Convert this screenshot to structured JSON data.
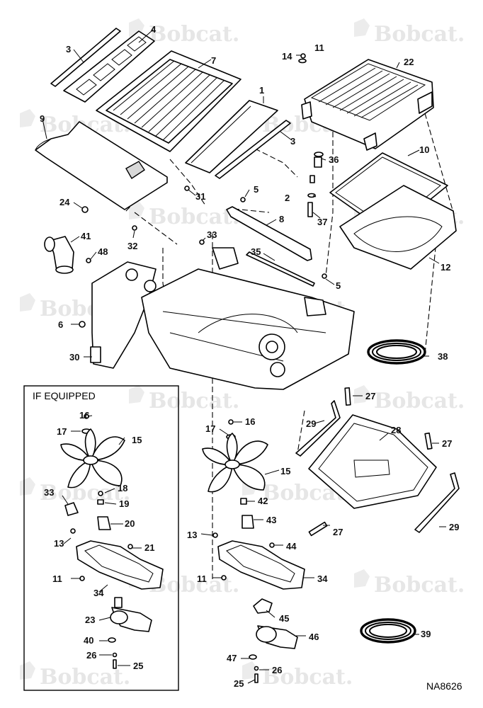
{
  "watermark": {
    "brand_text": "Bobcat."
  },
  "inset": {
    "title": "IF EQUIPPED"
  },
  "drawing_number": "NA8626",
  "callouts": {
    "p1": "1",
    "p2": "2",
    "p3a": "3",
    "p3b": "3",
    "p4": "4",
    "p5a": "5",
    "p5b": "5",
    "p6": "6",
    "p7": "7",
    "p8": "8",
    "p9": "9",
    "p10": "10",
    "p11a": "11",
    "p11b": "11",
    "p11c": "11",
    "p12": "12",
    "p13a": "13",
    "p13b": "13",
    "p14": "14",
    "p15a": "15",
    "p15b": "15",
    "p16a": "16",
    "p16b": "16",
    "p17a": "17",
    "p17b": "17",
    "p18": "18",
    "p19": "19",
    "p20": "20",
    "p21": "21",
    "p22": "22",
    "p23": "23",
    "p24": "24",
    "p25a": "25",
    "p25b": "25",
    "p26a": "26",
    "p26b": "26",
    "p27a": "27",
    "p27b": "27",
    "p27c": "27",
    "p28": "28",
    "p29a": "29",
    "p29b": "29",
    "p30": "30",
    "p31": "31",
    "p32": "32",
    "p33a": "33",
    "p33b": "33",
    "p34a": "34",
    "p34b": "34",
    "p35": "35",
    "p36": "36",
    "p37": "37",
    "p38": "38",
    "p39": "39",
    "p40": "40",
    "p41": "41",
    "p42": "42",
    "p43": "43",
    "p44": "44",
    "p45": "45",
    "p46": "46",
    "p47": "47",
    "p48": "48"
  },
  "colors": {
    "line": "#000000",
    "watermark": "#e6e6e6",
    "background": "#ffffff"
  },
  "icons": {
    "watermark_logo": "bobcat-logo-icon"
  }
}
